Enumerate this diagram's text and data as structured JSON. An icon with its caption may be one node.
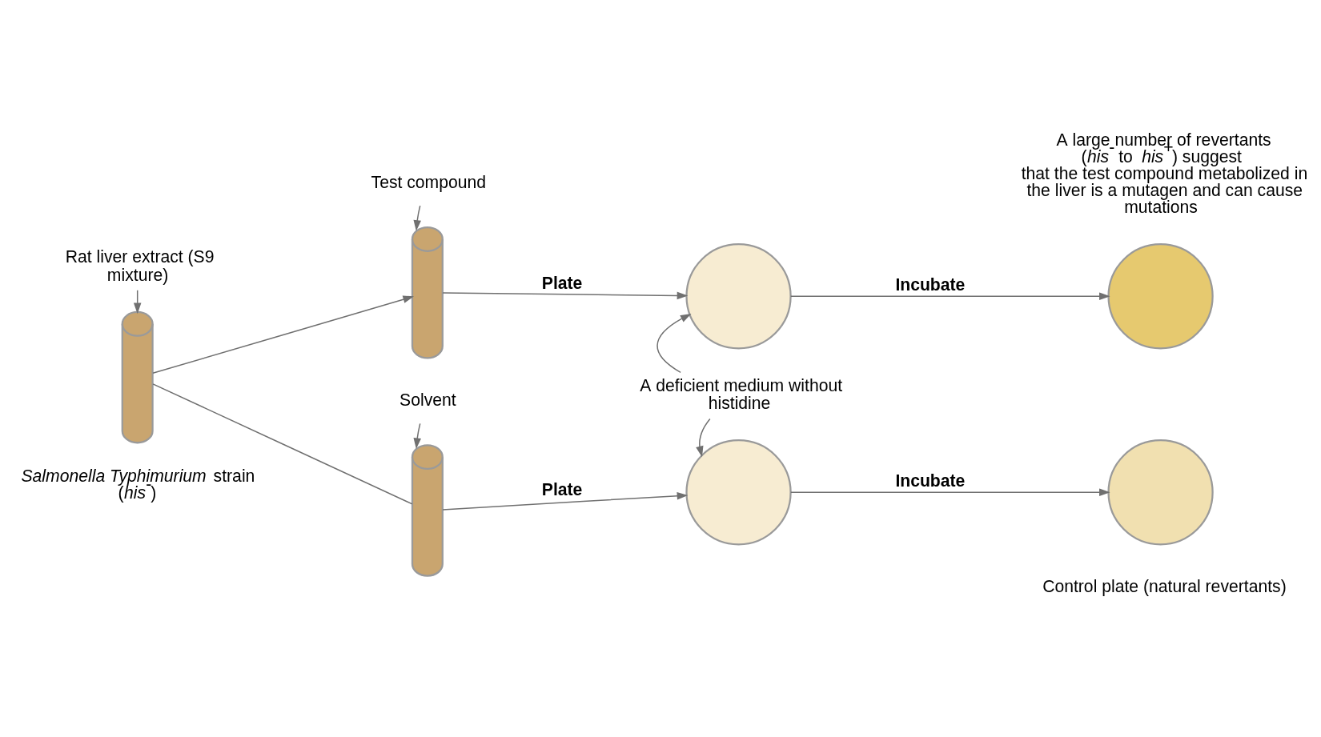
{
  "diagram": {
    "nodes": [
      {
        "text": [
          "Rat liver extract (S9 mixture)"
        ]
      },
      {
        "text": [],
        "shape": "cylinder",
        "beside": [
          "*Salmonella Typhimurium* strain (*his*$^{-}$)"
        ]
      },
      {
        "text": [
          "Test compound"
        ]
      },
      {
        "text": [],
        "shape": "cylinder"
      },
      {
        "text": [
          "Solvent"
        ]
      },
      {
        "text": [],
        "shape": "cylinder"
      },
      {
        "text": [],
        "shape": "circle"
      },
      {
        "text": [],
        "shape": "circle",
        "beside": [
          "A large number of revertants (*his*$^{-}$ to *his*$^{+}$) suggest that the test compound metabolized in the liver is a mutagen and can cause mutations"
        ]
      },
      {
        "text": [
          "A deficient medium without histidine"
        ]
      },
      {
        "text": [],
        "shape": "circle"
      },
      {
        "text": [],
        "shape": "circle",
        "beside": [
          "Control plate (natural revertants)"
        ]
      }
    ],
    "edges": [
      {
        "from": 0,
        "to": 1,
        "arrow": "to"
      },
      {
        "from": 2,
        "to": 3,
        "arrow": "to"
      },
      {
        "from": 4,
        "to": 5,
        "arrow": "to"
      },
      {
        "from": 1,
        "to": 3,
        "arrow": "to"
      },
      {
        "from": 1,
        "to": 5,
        "arrow": "none"
      },
      {
        "from": 3,
        "to": 6,
        "arrow": "to",
        "label": "Plate"
      },
      {
        "from": 6,
        "to": 7,
        "arrow": "to",
        "label": "Incubate"
      },
      {
        "from": 8,
        "to": 6,
        "arrow": "to"
      },
      {
        "from": 8,
        "to": 9,
        "arrow": "to"
      },
      {
        "from": 5,
        "to": 9,
        "arrow": "to",
        "label": "Plate"
      },
      {
        "from": 9,
        "to": 10,
        "arrow": "to",
        "label": "Incubate"
      }
    ]
  }
}
